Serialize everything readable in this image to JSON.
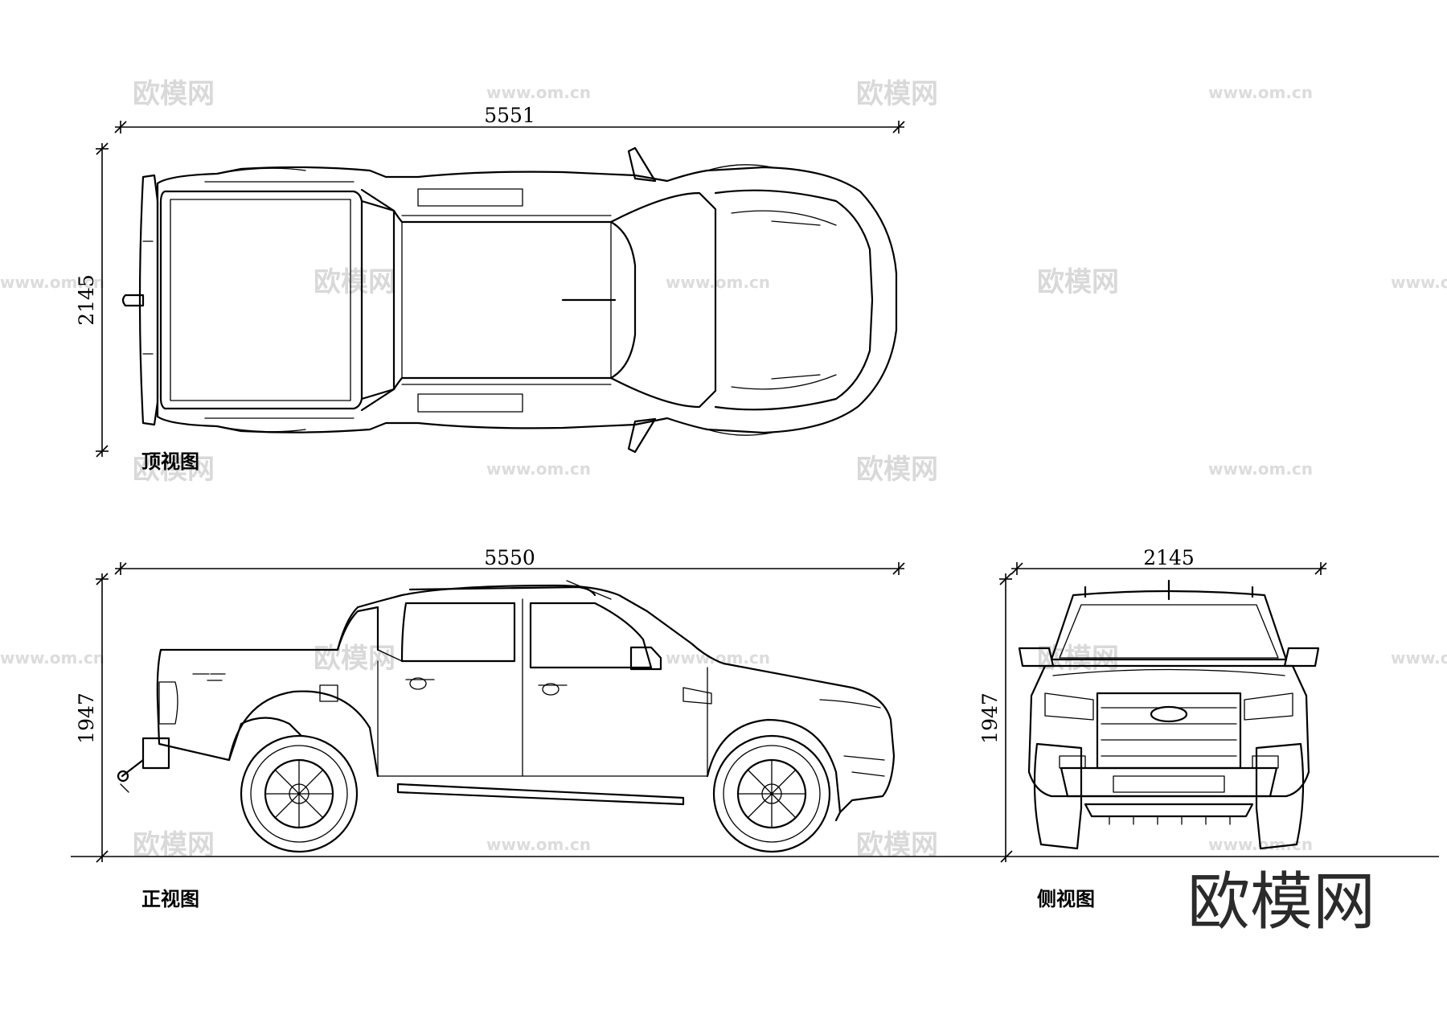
{
  "dimensions": {
    "top_length": "5551",
    "top_width": "2145",
    "side_length": "5550",
    "side_height": "1947",
    "front_width": "2145",
    "front_height": "1947"
  },
  "labels": {
    "top_view": "顶视图",
    "side_view": "正视图",
    "front_view": "侧视图"
  },
  "brand": "欧模网",
  "watermarks": {
    "text": "欧模网",
    "url": "www.om.cn"
  },
  "colors": {
    "line": "#000000",
    "background": "#ffffff",
    "watermark": "#d9d9d9"
  }
}
